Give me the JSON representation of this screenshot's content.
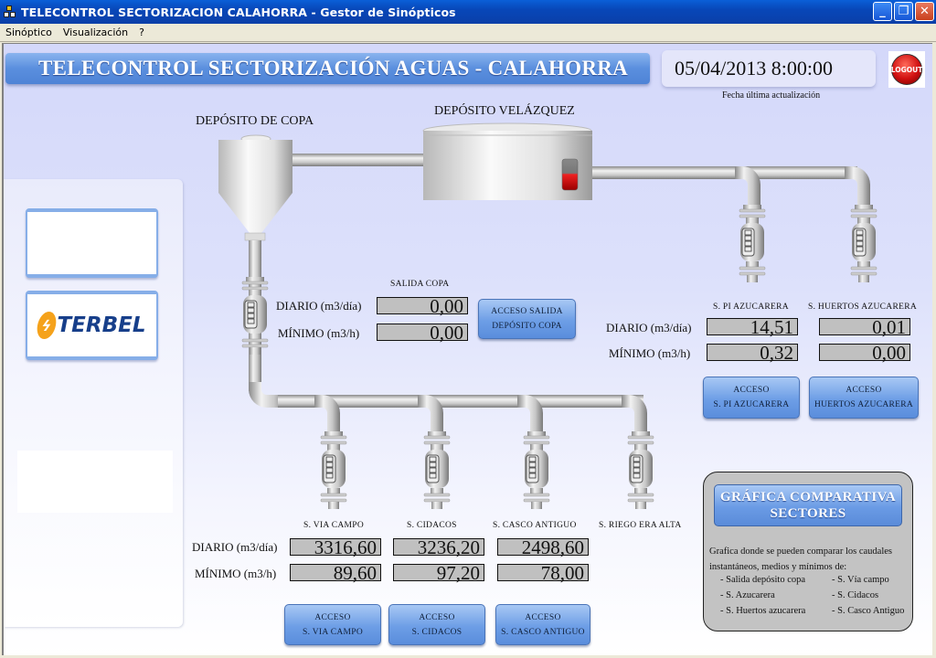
{
  "window": {
    "title": "TELECONTROL SECTORIZACION CALAHORRA - Gestor de Sinópticos",
    "buttons": {
      "minimize": "_",
      "restore": "❐",
      "close": "✕"
    }
  },
  "menu": [
    "Sinóptico",
    "Visualización",
    "?"
  ],
  "header": {
    "banner": "TELECONTROL SECTORIZACIÓN AGUAS - CALAHORRA",
    "datetime": "05/04/2013 8:00:00",
    "datetime_caption": "Fecha última actualización",
    "logout_label": "LOGOUT"
  },
  "sidebar": {
    "logo_text": "TERBEL",
    "logo_color": "#173f8a",
    "logo_accent": "#f5a21b"
  },
  "tanks": {
    "copa": "DEPÓSITO DE COPA",
    "velazquez": "DEPÓSITO VELÁZQUEZ"
  },
  "labels": {
    "diario": "DIARIO (m3/día)",
    "minimo": "MÍNIMO (m3/h)"
  },
  "salida_copa": {
    "title": "SALIDA COPA",
    "diario": "0,00",
    "minimo": "0,00",
    "button_line1": "ACCESO SALIDA",
    "button_line2": "DEPÓSITO COPA"
  },
  "azucarera": [
    {
      "name": "S. PI AZUCARERA",
      "diario": "14,51",
      "minimo": "0,32",
      "button_line1": "ACCESO",
      "button_line2": "S. PI AZUCARERA"
    },
    {
      "name": "S. HUERTOS AZUCARERA",
      "diario": "0,01",
      "minimo": "0,00",
      "button_line1": "ACCESO",
      "button_line2": "HUERTOS AZUCARERA"
    }
  ],
  "sectores": [
    {
      "name": "S. VIA CAMPO",
      "diario": "3316,60",
      "minimo": "89,60",
      "button_line1": "ACCESO",
      "button_line2": "S. VIA CAMPO"
    },
    {
      "name": "S. CIDACOS",
      "diario": "3236,20",
      "minimo": "97,20",
      "button_line1": "ACCESO",
      "button_line2": "S. CIDACOS"
    },
    {
      "name": "S. CASCO ANTIGUO",
      "diario": "2498,60",
      "minimo": "78,00",
      "button_line1": "ACCESO",
      "button_line2": "S. CASCO ANTIGUO"
    },
    {
      "name": "S. RIEGO ERA ALTA"
    }
  ],
  "grafica": {
    "button_line1": "GRÁFICA COMPARATIVA",
    "button_line2": "SECTORES",
    "desc_line1": "Grafica donde se pueden comparar los caudales",
    "desc_line2": "instantáneos, medios y mínimos de:",
    "items_left": [
      "- Salida depósito copa",
      "- S. Azucarera",
      "- S. Huertos azucarera"
    ],
    "items_right": [
      "- S. Vía campo",
      "- S. Cidacos",
      "- S. Casco Antiguo"
    ]
  },
  "colors": {
    "button_blue": "#6d9ee6",
    "tank_level": "#e00000",
    "value_bg": "#c0c0c0"
  }
}
